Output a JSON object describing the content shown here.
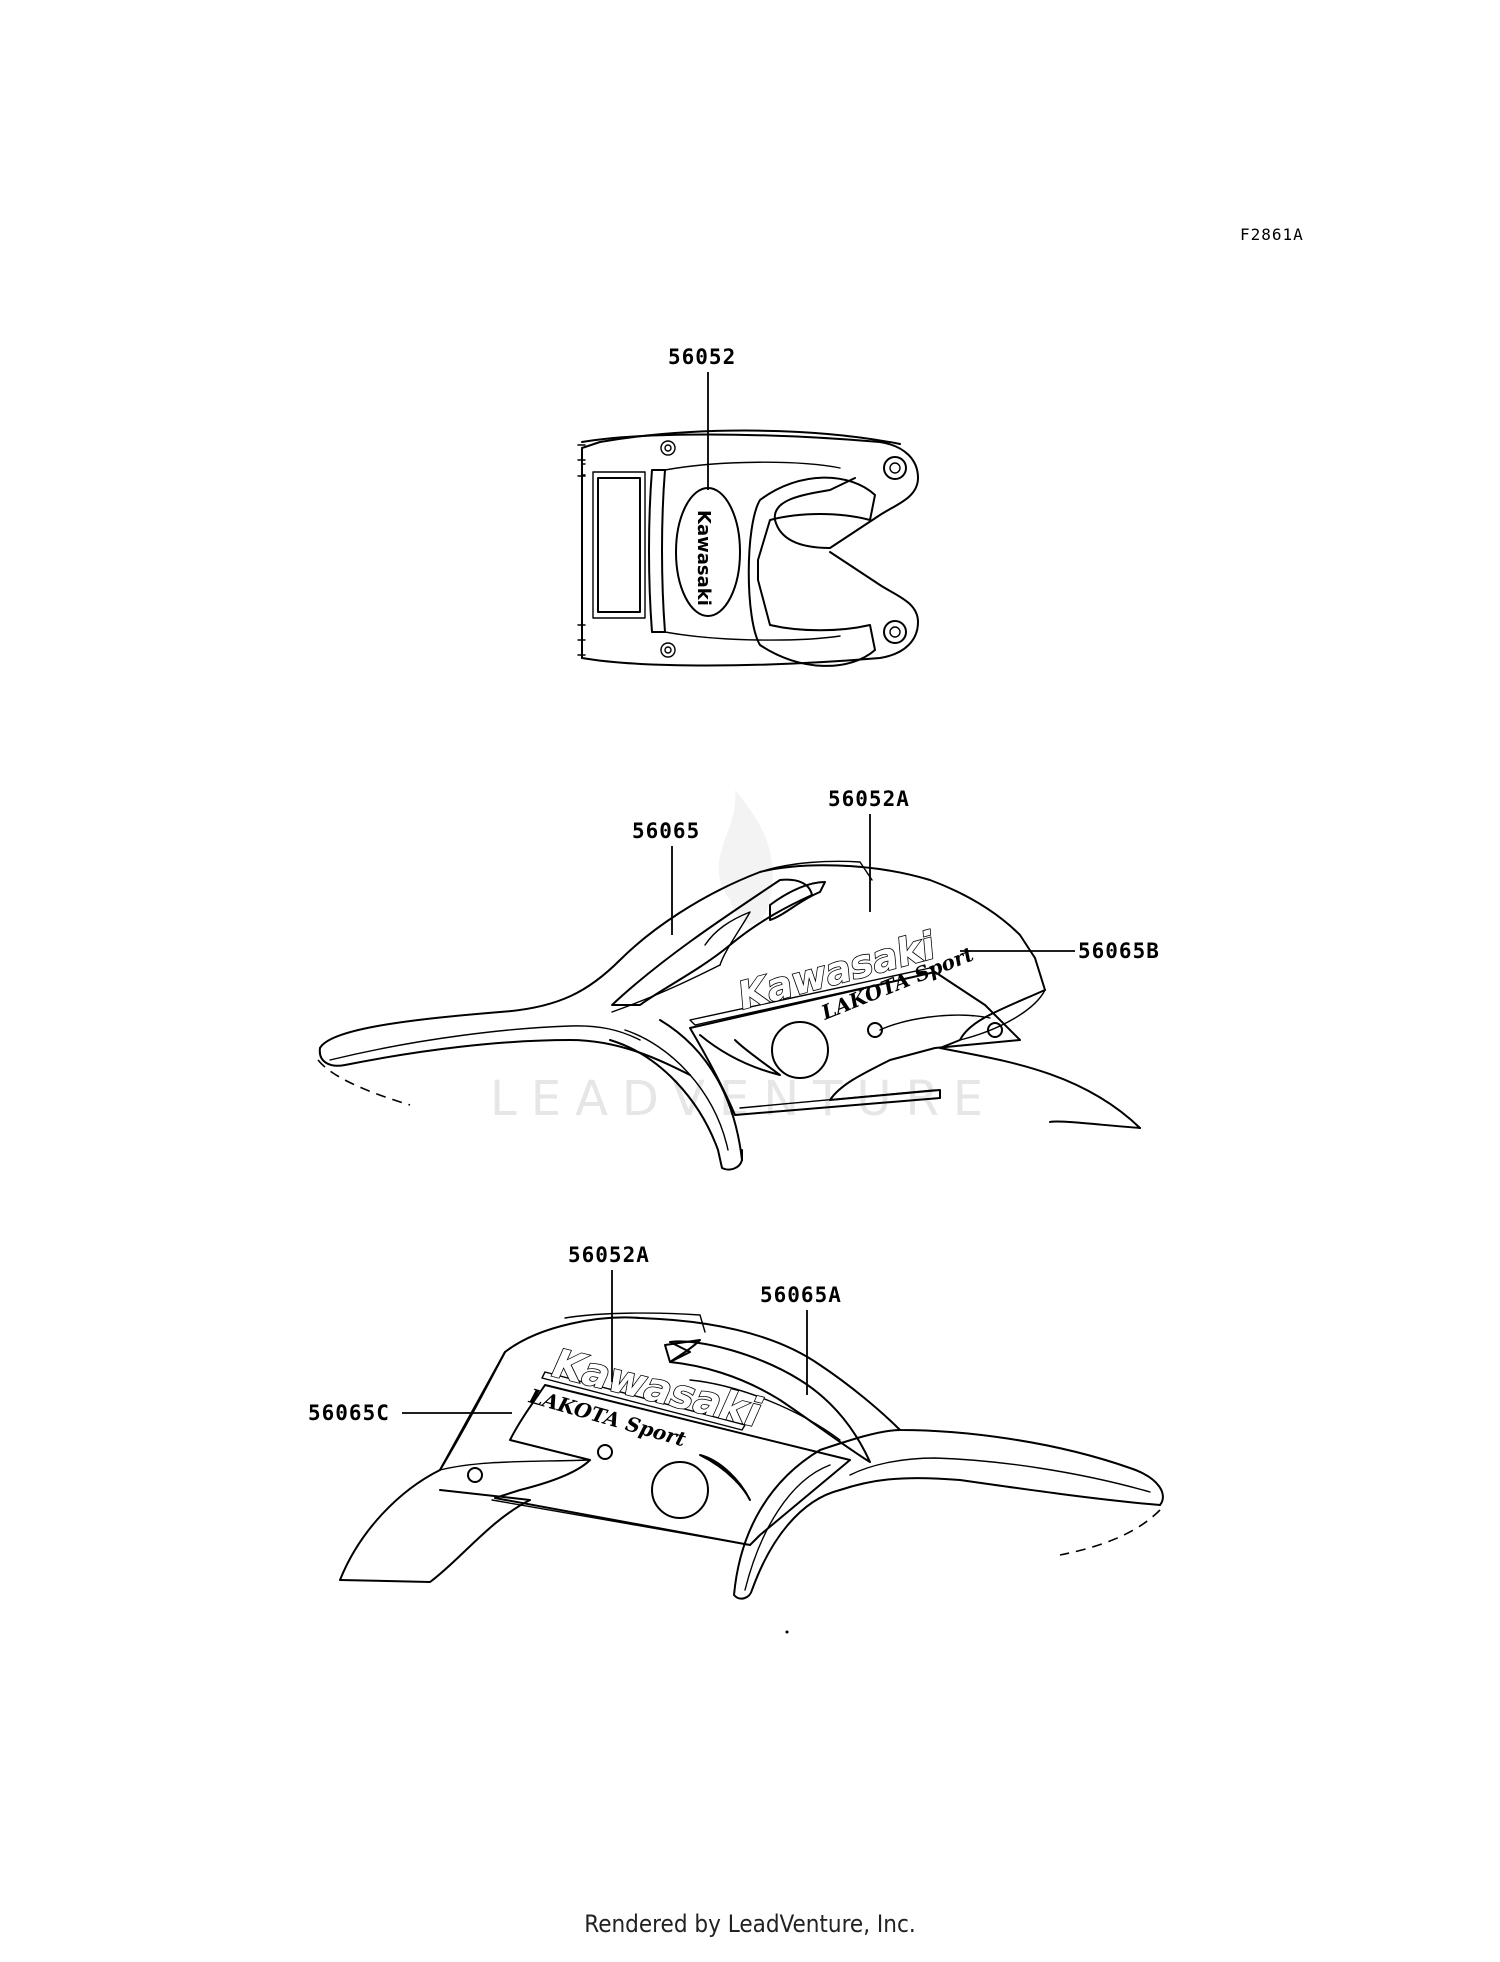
{
  "figure_code": "F2861A",
  "watermark": "LEADVENTURE",
  "footer": "Rendered by LeadVenture, Inc.",
  "brand_logo": "Kawasaki",
  "model_script": "LAKOTA Sport",
  "callouts": {
    "top_emblem": "56052",
    "mid_left_stripe": "56065",
    "mid_logo": "56052A",
    "mid_side_panel": "56065B",
    "bot_logo": "56052A",
    "bot_stripe": "56065A",
    "bot_side_panel": "56065C"
  }
}
